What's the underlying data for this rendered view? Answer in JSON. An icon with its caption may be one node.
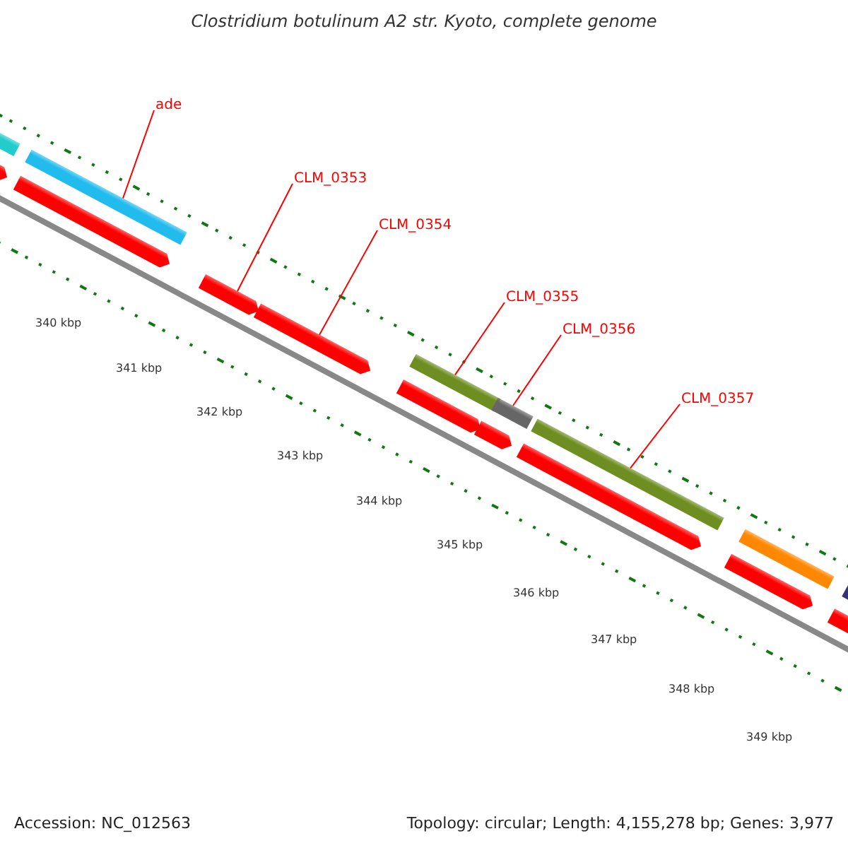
{
  "diagram": {
    "title": "Clostridium botulinum A2 str. Kyoto, complete genome",
    "nodes": [
      {
        "text": [
          "ade"
        ]
      },
      {
        "text": [
          "CLM_0353"
        ]
      },
      {
        "text": [
          "CLM_0354"
        ]
      },
      {
        "text": [
          "CLM_0355"
        ]
      },
      {
        "text": [
          "CLM_0356"
        ]
      },
      {
        "text": [
          "CLM_0357"
        ]
      },
      {
        "text": [],
        "shape": "bar"
      },
      {
        "text": [],
        "shape": "pentagon"
      },
      {
        "text": [],
        "shape": "pentagon"
      },
      {
        "text": [],
        "shape": "bar"
      },
      {
        "text": [],
        "shape": "pentagon"
      },
      {
        "text": [],
        "shape": "pentagon"
      },
      {
        "text": [],
        "shape": "pentagon"
      },
      {
        "text": [],
        "shape": "bar"
      },
      {
        "text": [],
        "shape": "pentagon"
      },
      {
        "text": [],
        "shape": "bar"
      },
      {
        "text": [],
        "shape": "pentagon"
      },
      {
        "text": [],
        "shape": "bar"
      },
      {
        "text": [],
        "shape": "pentagon"
      },
      {
        "text": [],
        "shape": "bar"
      },
      {
        "text": [],
        "shape": "pentagon"
      },
      {
        "text": [],
        "shape": "bar"
      }
    ],
    "edges": [
      {
        "from": 0,
        "to": 9,
        "arrow": "none"
      },
      {
        "from": 1,
        "to": 10,
        "arrow": "none"
      },
      {
        "from": 2,
        "to": 11,
        "arrow": "none"
      },
      {
        "from": 3,
        "to": 13,
        "arrow": "none"
      },
      {
        "from": 4,
        "to": 15,
        "arrow": "none"
      },
      {
        "from": 5,
        "to": 17,
        "arrow": "none"
      }
    ],
    "labels": [
      "340 kbp",
      "341 kbp",
      "342 kbp",
      "343 kbp",
      "344 kbp",
      "345 kbp",
      "346 kbp",
      "347 kbp",
      "348 kbp",
      "349 kbp",
      "Accession: NC_012563",
      "Topology: circular; Length: 4,155,278 bp; Genes: 3,977"
    ]
  }
}
